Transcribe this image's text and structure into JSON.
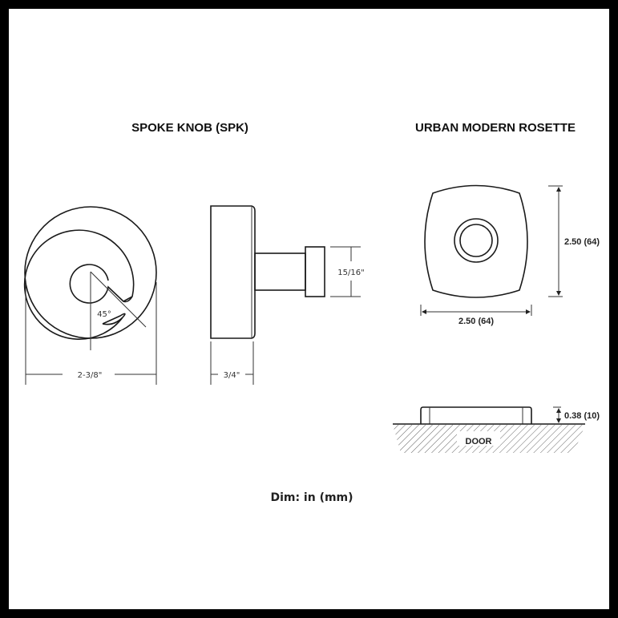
{
  "titles": {
    "knob": "SPOKE KNOB (SPK)",
    "rosette": "URBAN MODERN ROSETTE"
  },
  "knob_dims": {
    "angle": "45°",
    "diameter": "2-3/8\"",
    "projection": "3/4\"",
    "cap": "15/16\""
  },
  "rosette_dims": {
    "height": "2.50 (64)",
    "width": "2.50 (64)",
    "thickness": "0.38 (10)",
    "door_label": "DOOR"
  },
  "footer": {
    "units_note": "Dim: in (mm)"
  }
}
